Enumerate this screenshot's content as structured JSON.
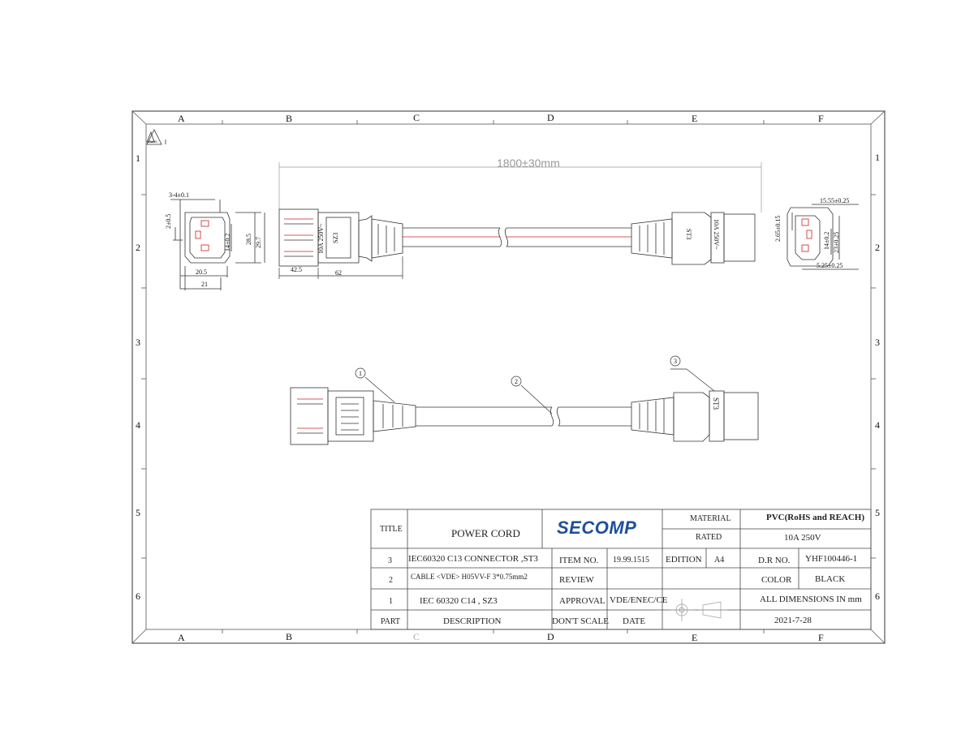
{
  "zones": {
    "columns": [
      "A",
      "B",
      "C",
      "D",
      "E",
      "F"
    ],
    "rows": [
      "1",
      "2",
      "3",
      "4",
      "5",
      "6"
    ]
  },
  "rohs_mark": "RoHS",
  "dimensions": {
    "overall_length": "1800±30mm",
    "left_view": {
      "pin_spacing": "3-4±0.1",
      "pin_offset": "2±0.5",
      "pin_height": "14±0.2",
      "body_height_inner": "28.5",
      "body_height_outer": "29.7",
      "body_width_inner": "20.5",
      "body_width_outer": "21"
    },
    "plug_length": "42.5",
    "strain_relief_length": "62",
    "right_view": {
      "width": "15.55±0.25",
      "offset": "2.65±0.15",
      "pin_height": "14±0.2",
      "height": "23±0.25",
      "bottom_width": "5.25±0.25"
    }
  },
  "connector_markings": {
    "left_plug": [
      "10A 250V~",
      "SZ3"
    ],
    "right_plug": [
      "10A 250V~",
      "ST3"
    ],
    "bottom_right_plug": "ST3"
  },
  "callouts": [
    "1",
    "2",
    "3"
  ],
  "title_block": {
    "title_label": "TITLE",
    "title_value": "POWER CORD",
    "company": "SECOMP",
    "material_label": "MATERIAL",
    "material_value": "PVC(RoHS and REACH)",
    "rated_label": "RATED",
    "rated_value": "10A 250V",
    "parts": [
      {
        "no": "3",
        "description": "IEC60320 C13 CONNECTOR ,ST3"
      },
      {
        "no": "2",
        "description": "CABLE <VDE> H05VV-F 3*0.75mm2"
      },
      {
        "no": "1",
        "description": "IEC 60320 C14 ,   SZ3"
      }
    ],
    "part_label": "PART",
    "description_label": "DESCRIPTION",
    "item_no_label": "ITEM NO.",
    "item_no_value": "19.99.1515",
    "edition_label": "EDITION",
    "edition_value": "A4",
    "dr_no_label": "D.R NO.",
    "dr_no_value": "YHF100446-1",
    "review_label": "REVIEW",
    "color_label": "COLOR",
    "color_value": "BLACK",
    "approval_label": "APPROVAL",
    "approval_value": "VDE/ENEC/CE",
    "all_dims": "ALL DIMENSIONS IN mm",
    "dont_scale_label": "DON'T SCALE",
    "date_label": "DATE",
    "date_value": "2021-7-28"
  },
  "colors": {
    "line": "#333333",
    "wire_red": "#cc2222",
    "brand_blue": "#1f4e9c"
  }
}
